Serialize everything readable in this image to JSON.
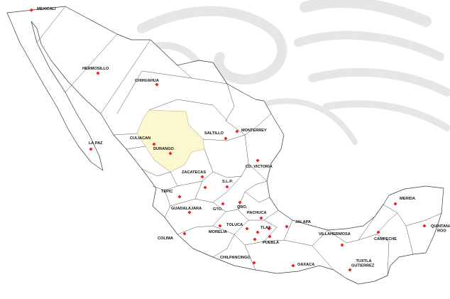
{
  "map": {
    "highlight_color": "#fbf7cf",
    "marker_color": "#e8202a",
    "highlighted_state": "DURANGO",
    "cities": [
      {
        "id": "mexicali",
        "label": "MEXICALI"
      },
      {
        "id": "hermosillo",
        "label": "HERMOSILLO"
      },
      {
        "id": "chihuahua",
        "label": "CHIHUAHUA"
      },
      {
        "id": "culiacan",
        "label": "CULIACAN"
      },
      {
        "id": "la-paz",
        "label": "LA PAZ"
      },
      {
        "id": "durango",
        "label": "DURANGO"
      },
      {
        "id": "saltillo",
        "label": "SALTILLO"
      },
      {
        "id": "monterrey",
        "label": "MONTERREY"
      },
      {
        "id": "cd-victoria",
        "label": "CD. VICTORIA"
      },
      {
        "id": "zacatecas",
        "label": "ZACATECAS"
      },
      {
        "id": "slp",
        "label": "S.L.P."
      },
      {
        "id": "tepic",
        "label": "TEPIC"
      },
      {
        "id": "guadalajara",
        "label": "GUADALAJARA"
      },
      {
        "id": "gto",
        "label": "GTO."
      },
      {
        "id": "qro",
        "label": "QRO."
      },
      {
        "id": "pachuca",
        "label": "PACHUCA"
      },
      {
        "id": "jalapa",
        "label": "JALAPA"
      },
      {
        "id": "merida",
        "label": "MERIDA"
      },
      {
        "id": "quintana-roo",
        "label": "QUINTANA ROO"
      },
      {
        "id": "villahermosa",
        "label": "VILLAHERMOSA"
      },
      {
        "id": "campeche",
        "label": "CAMPECHE"
      },
      {
        "id": "colima",
        "label": "COLIMA"
      },
      {
        "id": "morelia",
        "label": "MORELIA"
      },
      {
        "id": "toluca",
        "label": "TOLUCA"
      },
      {
        "id": "tlax",
        "label": "TLAX."
      },
      {
        "id": "puebla",
        "label": "PUEBLA"
      },
      {
        "id": "chilpancingo",
        "label": "CHILPANCINGO"
      },
      {
        "id": "oaxaca",
        "label": "OAXACA"
      },
      {
        "id": "tuxtla",
        "label": "TUXTLA GUTIERREZ"
      }
    ]
  }
}
